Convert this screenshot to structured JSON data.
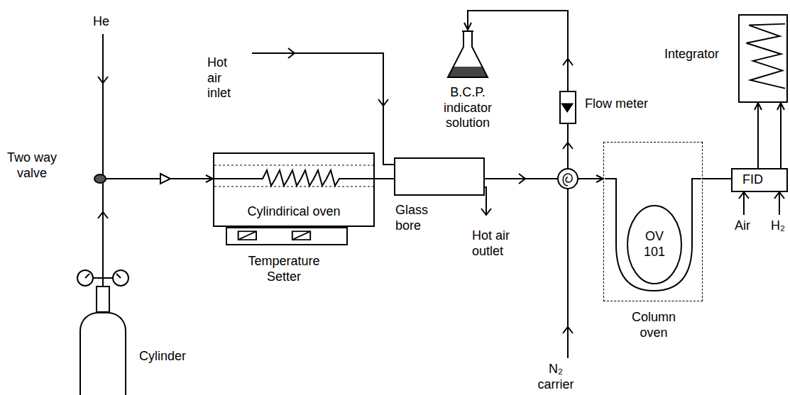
{
  "diagram": {
    "nodes": [
      {
        "text": [
          "Cylinder"
        ]
      },
      {
        "text": [
          "Cylindirical oven"
        ]
      },
      {
        "text": [
          "Temperature Setter"
        ]
      },
      {
        "text": [
          "Glass bore"
        ]
      },
      {
        "text": [
          "B.C.P. indicator solution"
        ]
      },
      {
        "text": [
          "Flow meter"
        ]
      },
      {
        "text": [
          "Column oven"
        ]
      },
      {
        "text": [
          "OV 101"
        ],
        "in": 6
      },
      {
        "text": [
          "FID"
        ]
      },
      {
        "text": [
          "Integrator"
        ]
      }
    ],
    "edges": [
      {
        "from": 0,
        "to": 1,
        "arrow": "to"
      },
      {
        "from": 1,
        "to": 3,
        "arrow": "none"
      },
      {
        "from": 3,
        "to": 6,
        "arrow": "to"
      },
      {
        "from": 5,
        "to": 4,
        "arrow": "to"
      },
      {
        "from": 6,
        "to": 8,
        "arrow": "none"
      },
      {
        "from": 8,
        "to": 9,
        "arrow": "to"
      },
      {
        "from": 8,
        "to": 9,
        "arrow": "to"
      }
    ],
    "labels": [
      "He",
      "Two way valve",
      "Hot air inlet",
      "Hot air outlet",
      "N₂ carrier",
      "Air",
      "H₂"
    ]
  }
}
